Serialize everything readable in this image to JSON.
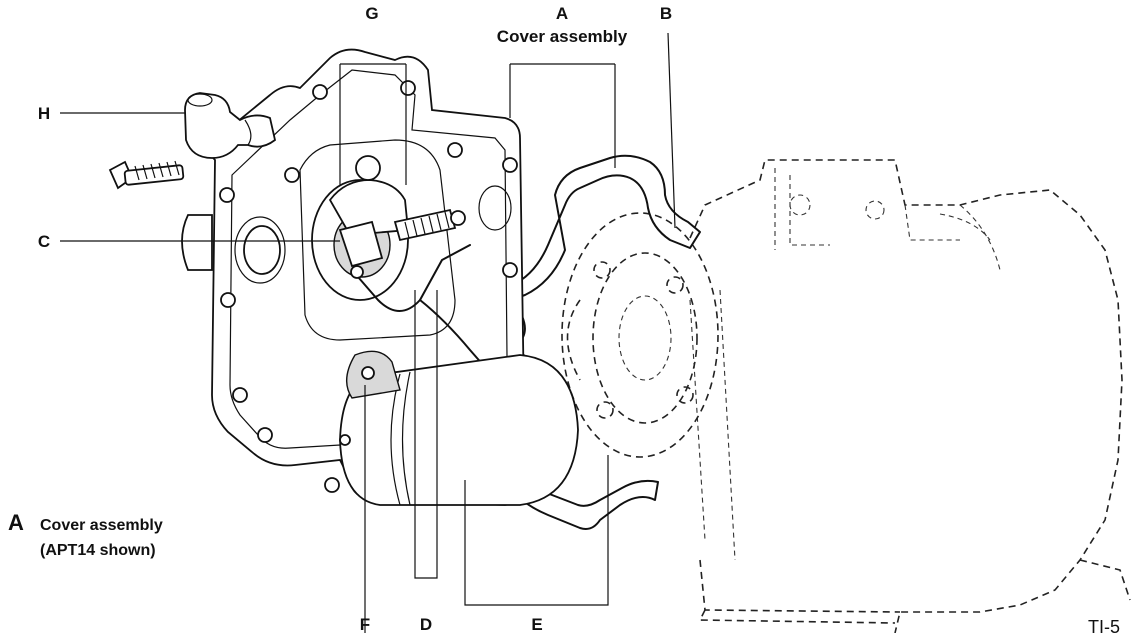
{
  "diagram": {
    "callouts": {
      "a": "A",
      "a_name": "Cover assembly",
      "b": "B",
      "c": "C",
      "d": "D",
      "e": "E",
      "f": "F",
      "g": "G",
      "h": "H"
    },
    "caption": {
      "letter": "A",
      "line1": "Cover assembly",
      "line2": "(APT14 shown)"
    },
    "figure_id": "TI-5"
  }
}
